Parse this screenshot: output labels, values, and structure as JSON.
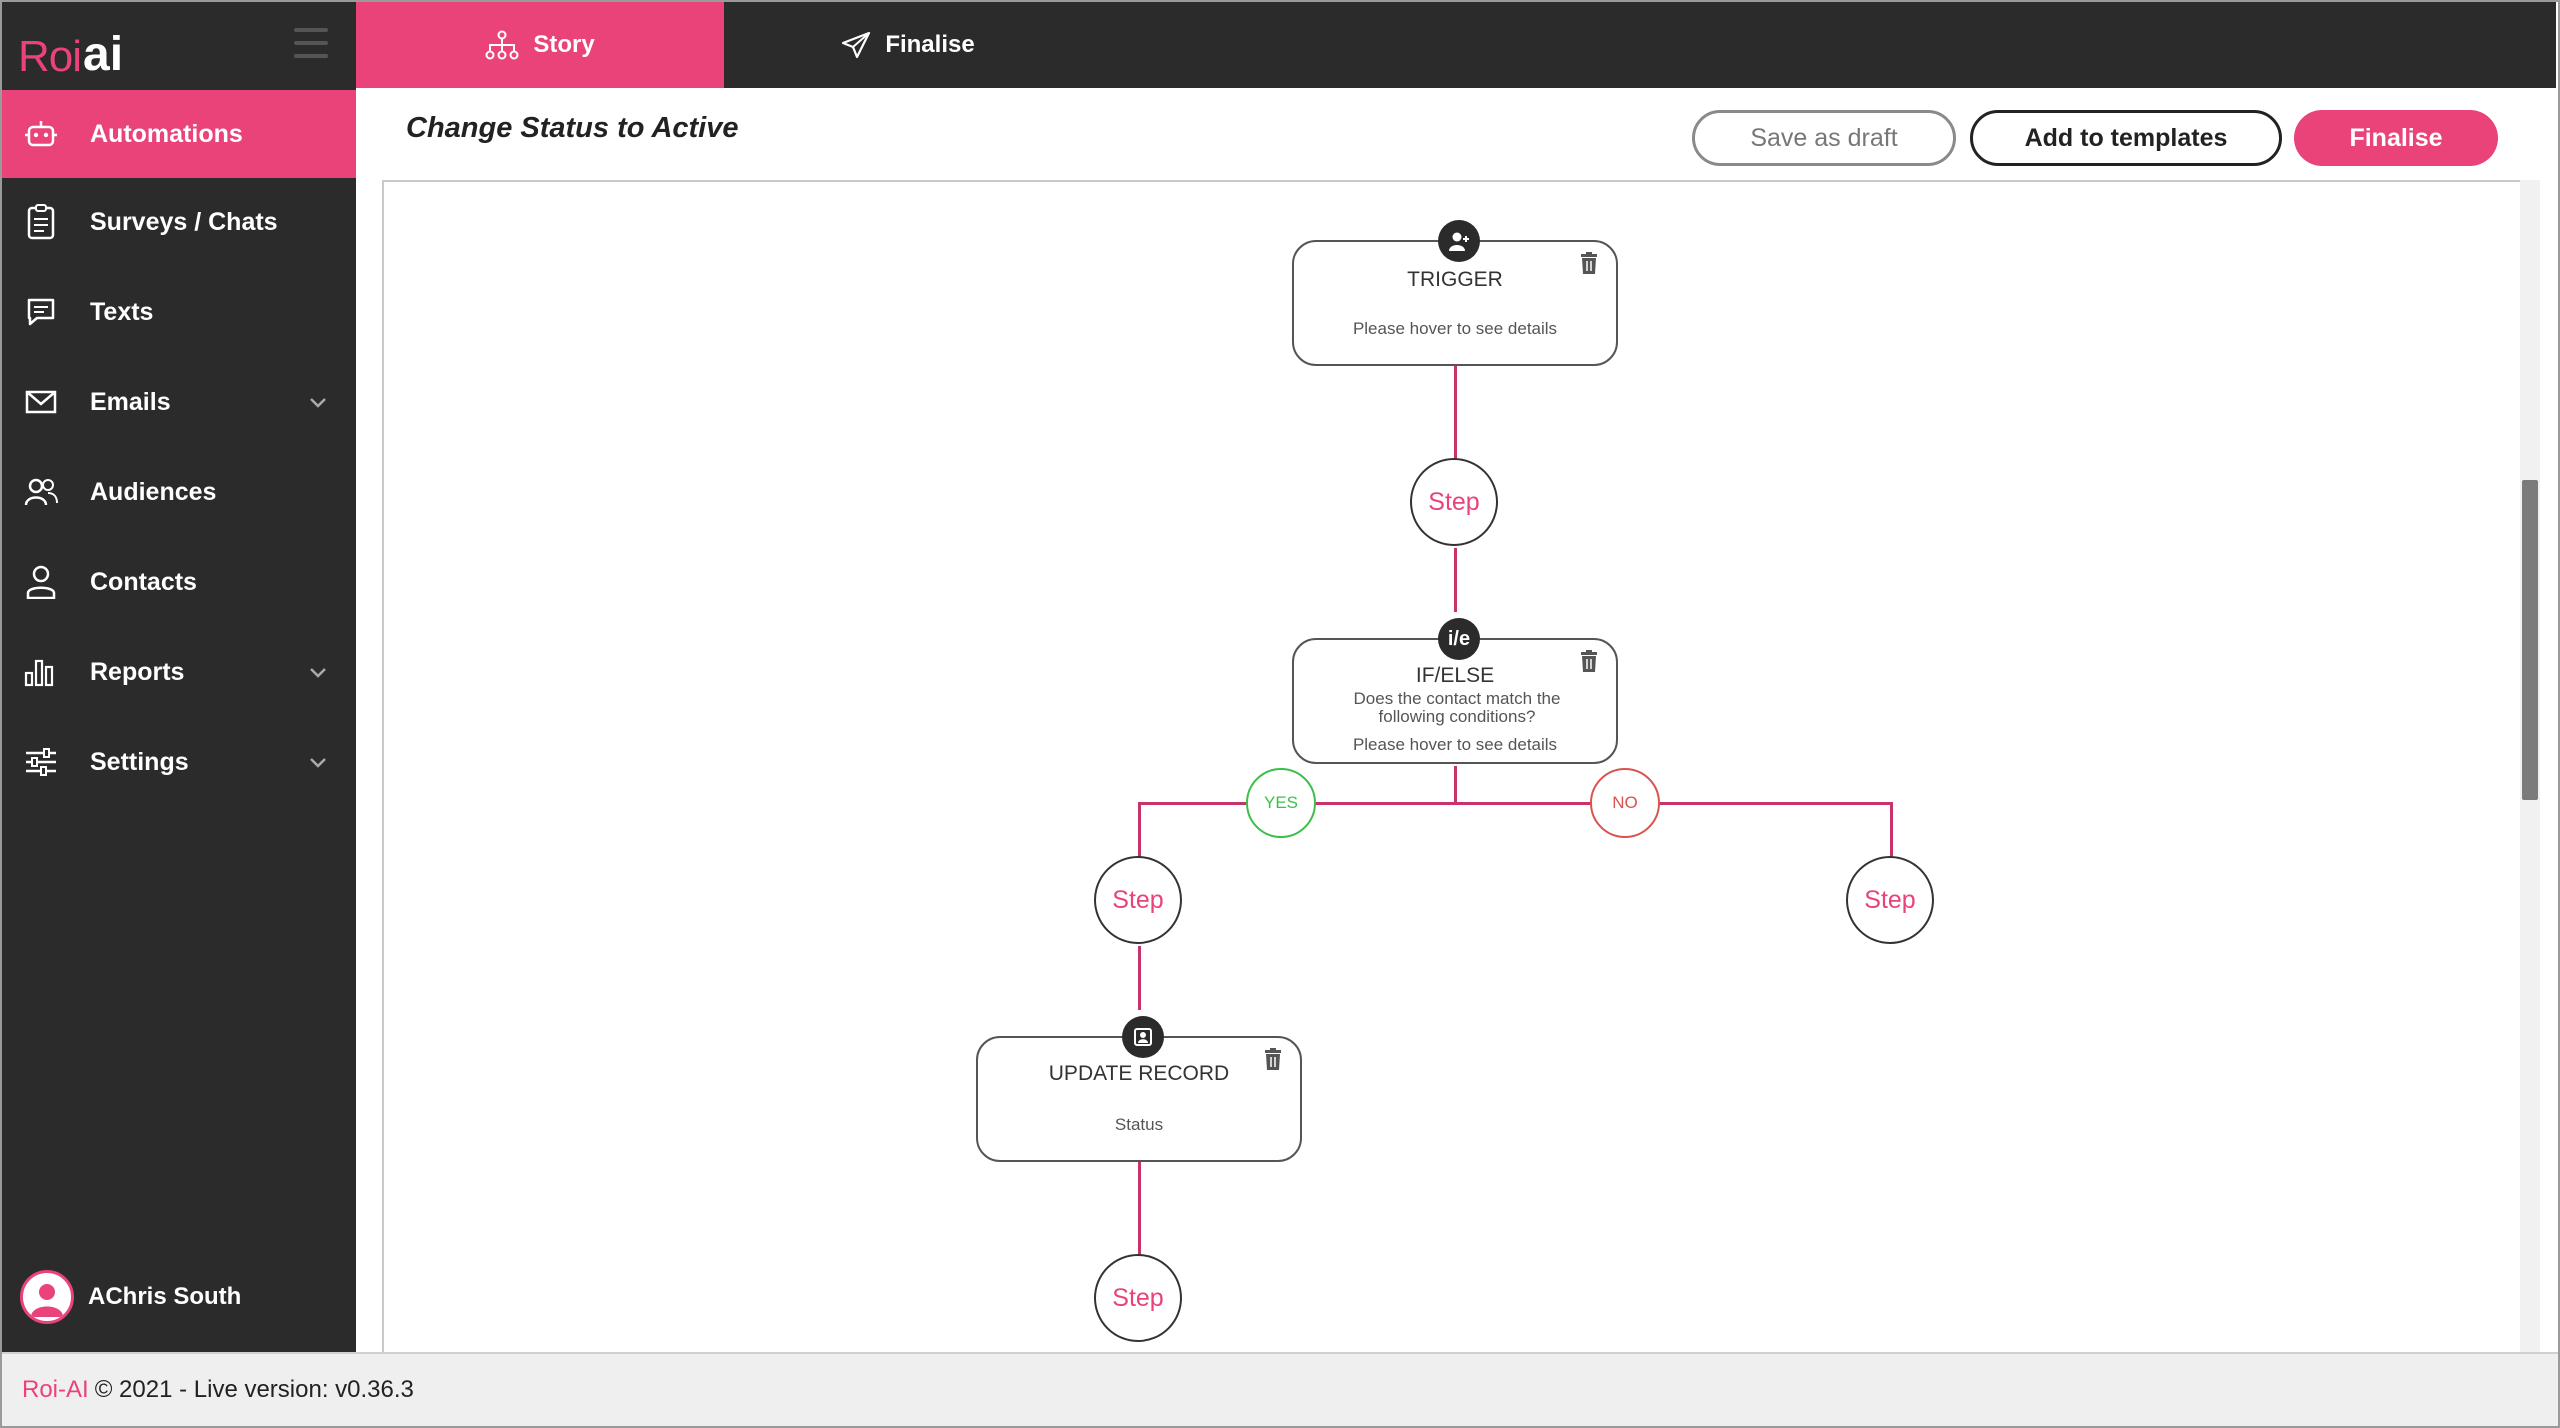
{
  "brand": {
    "logo_left": "Roi",
    "logo_right": "ai"
  },
  "topbar": {
    "tabs": [
      {
        "label": "Story"
      },
      {
        "label": "Finalise"
      }
    ]
  },
  "sidebar": {
    "items": [
      {
        "label": "Automations",
        "icon": "robot-icon"
      },
      {
        "label": "Surveys / Chats",
        "icon": "clipboard-icon"
      },
      {
        "label": "Texts",
        "icon": "chat-bubble-icon"
      },
      {
        "label": "Emails",
        "icon": "envelope-icon"
      },
      {
        "label": "Audiences",
        "icon": "people-icon"
      },
      {
        "label": "Contacts",
        "icon": "person-icon"
      },
      {
        "label": "Reports",
        "icon": "bar-chart-icon"
      },
      {
        "label": "Settings",
        "icon": "sliders-icon"
      }
    ],
    "user": {
      "name": "AChris South"
    }
  },
  "header": {
    "title": "Change Status to Active",
    "save_draft": "Save as draft",
    "add_templates": "Add to templates",
    "finalise": "Finalise"
  },
  "flow": {
    "trigger": {
      "title": "TRIGGER",
      "detail": "Please hover to see details"
    },
    "ifelse": {
      "badge": "i/e",
      "title": "IF/ELSE",
      "question": "Does the contact match the following conditions?",
      "detail": "Please hover to see details"
    },
    "update": {
      "title": "UPDATE RECORD",
      "detail": "Status"
    },
    "step_label": "Step",
    "yes_label": "YES",
    "no_label": "NO"
  },
  "footer": {
    "brand": "Roi-AI",
    "text": "© 2021 - Live version: v0.36.3"
  },
  "colors": {
    "accent": "#e9437a",
    "dark": "#2b2b2b",
    "yes": "#3cbf4a",
    "no": "#d9534f"
  }
}
